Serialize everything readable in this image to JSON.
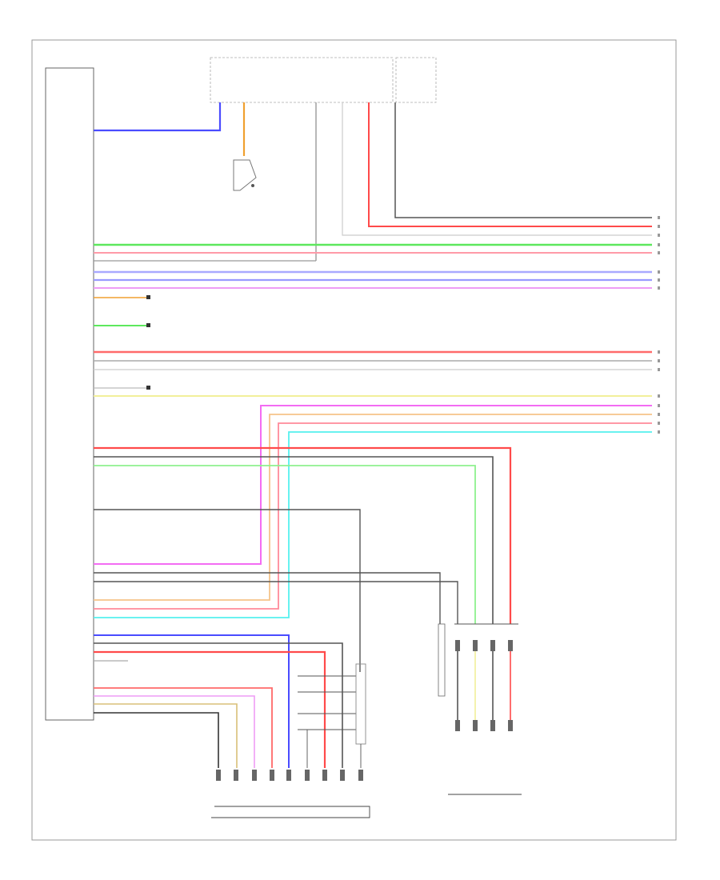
{
  "page": {
    "footer": ""
  },
  "labels": {
    "top_left_block": "",
    "top_block_a_title": "",
    "top_block_b_title": "",
    "sensor_note": "",
    "main_unit_caption": "",
    "note_1": "",
    "note_2": "",
    "steering_switch_caption": "",
    "right_unit_caption": "",
    "legend_1": "",
    "legend_2": ""
  },
  "colors": {
    "blue": "#4a4cff",
    "orange": "#f0a030",
    "red": "#ff4a4a",
    "green": "#5de85d",
    "pink": "#ff8a9a",
    "light_blue": "#a9a9ff",
    "violet": "#ee9cf5",
    "gray": "#a8a8a8",
    "dark_gray": "#555555",
    "yellow": "#f2ef9a",
    "cyan": "#55f0ee",
    "light_green": "#8ef08e",
    "magenta": "#f36cf3",
    "light_orange": "#f6c48a",
    "tan": "#d8c078",
    "black": "#222222"
  },
  "wires": [
    {
      "id": "w1",
      "color": "dark_gray",
      "label": ""
    },
    {
      "id": "w2",
      "color": "red",
      "label": ""
    },
    {
      "id": "w3",
      "color": "gray",
      "label": ""
    },
    {
      "id": "w4",
      "color": "green",
      "label": ""
    },
    {
      "id": "w5",
      "color": "pink",
      "label": ""
    },
    {
      "id": "w6",
      "color": "light_blue",
      "label": ""
    },
    {
      "id": "w7",
      "color": "light_blue",
      "label": ""
    },
    {
      "id": "w8",
      "color": "violet",
      "label": ""
    },
    {
      "id": "w9",
      "color": "red",
      "label": ""
    },
    {
      "id": "w10",
      "color": "gray",
      "label": ""
    },
    {
      "id": "w11",
      "color": "gray",
      "label": ""
    },
    {
      "id": "w12",
      "color": "yellow",
      "label": ""
    },
    {
      "id": "w13",
      "color": "magenta",
      "label": ""
    },
    {
      "id": "w14",
      "color": "light_orange",
      "label": ""
    },
    {
      "id": "w15",
      "color": "pink",
      "label": ""
    },
    {
      "id": "w16",
      "color": "cyan",
      "label": ""
    }
  ]
}
